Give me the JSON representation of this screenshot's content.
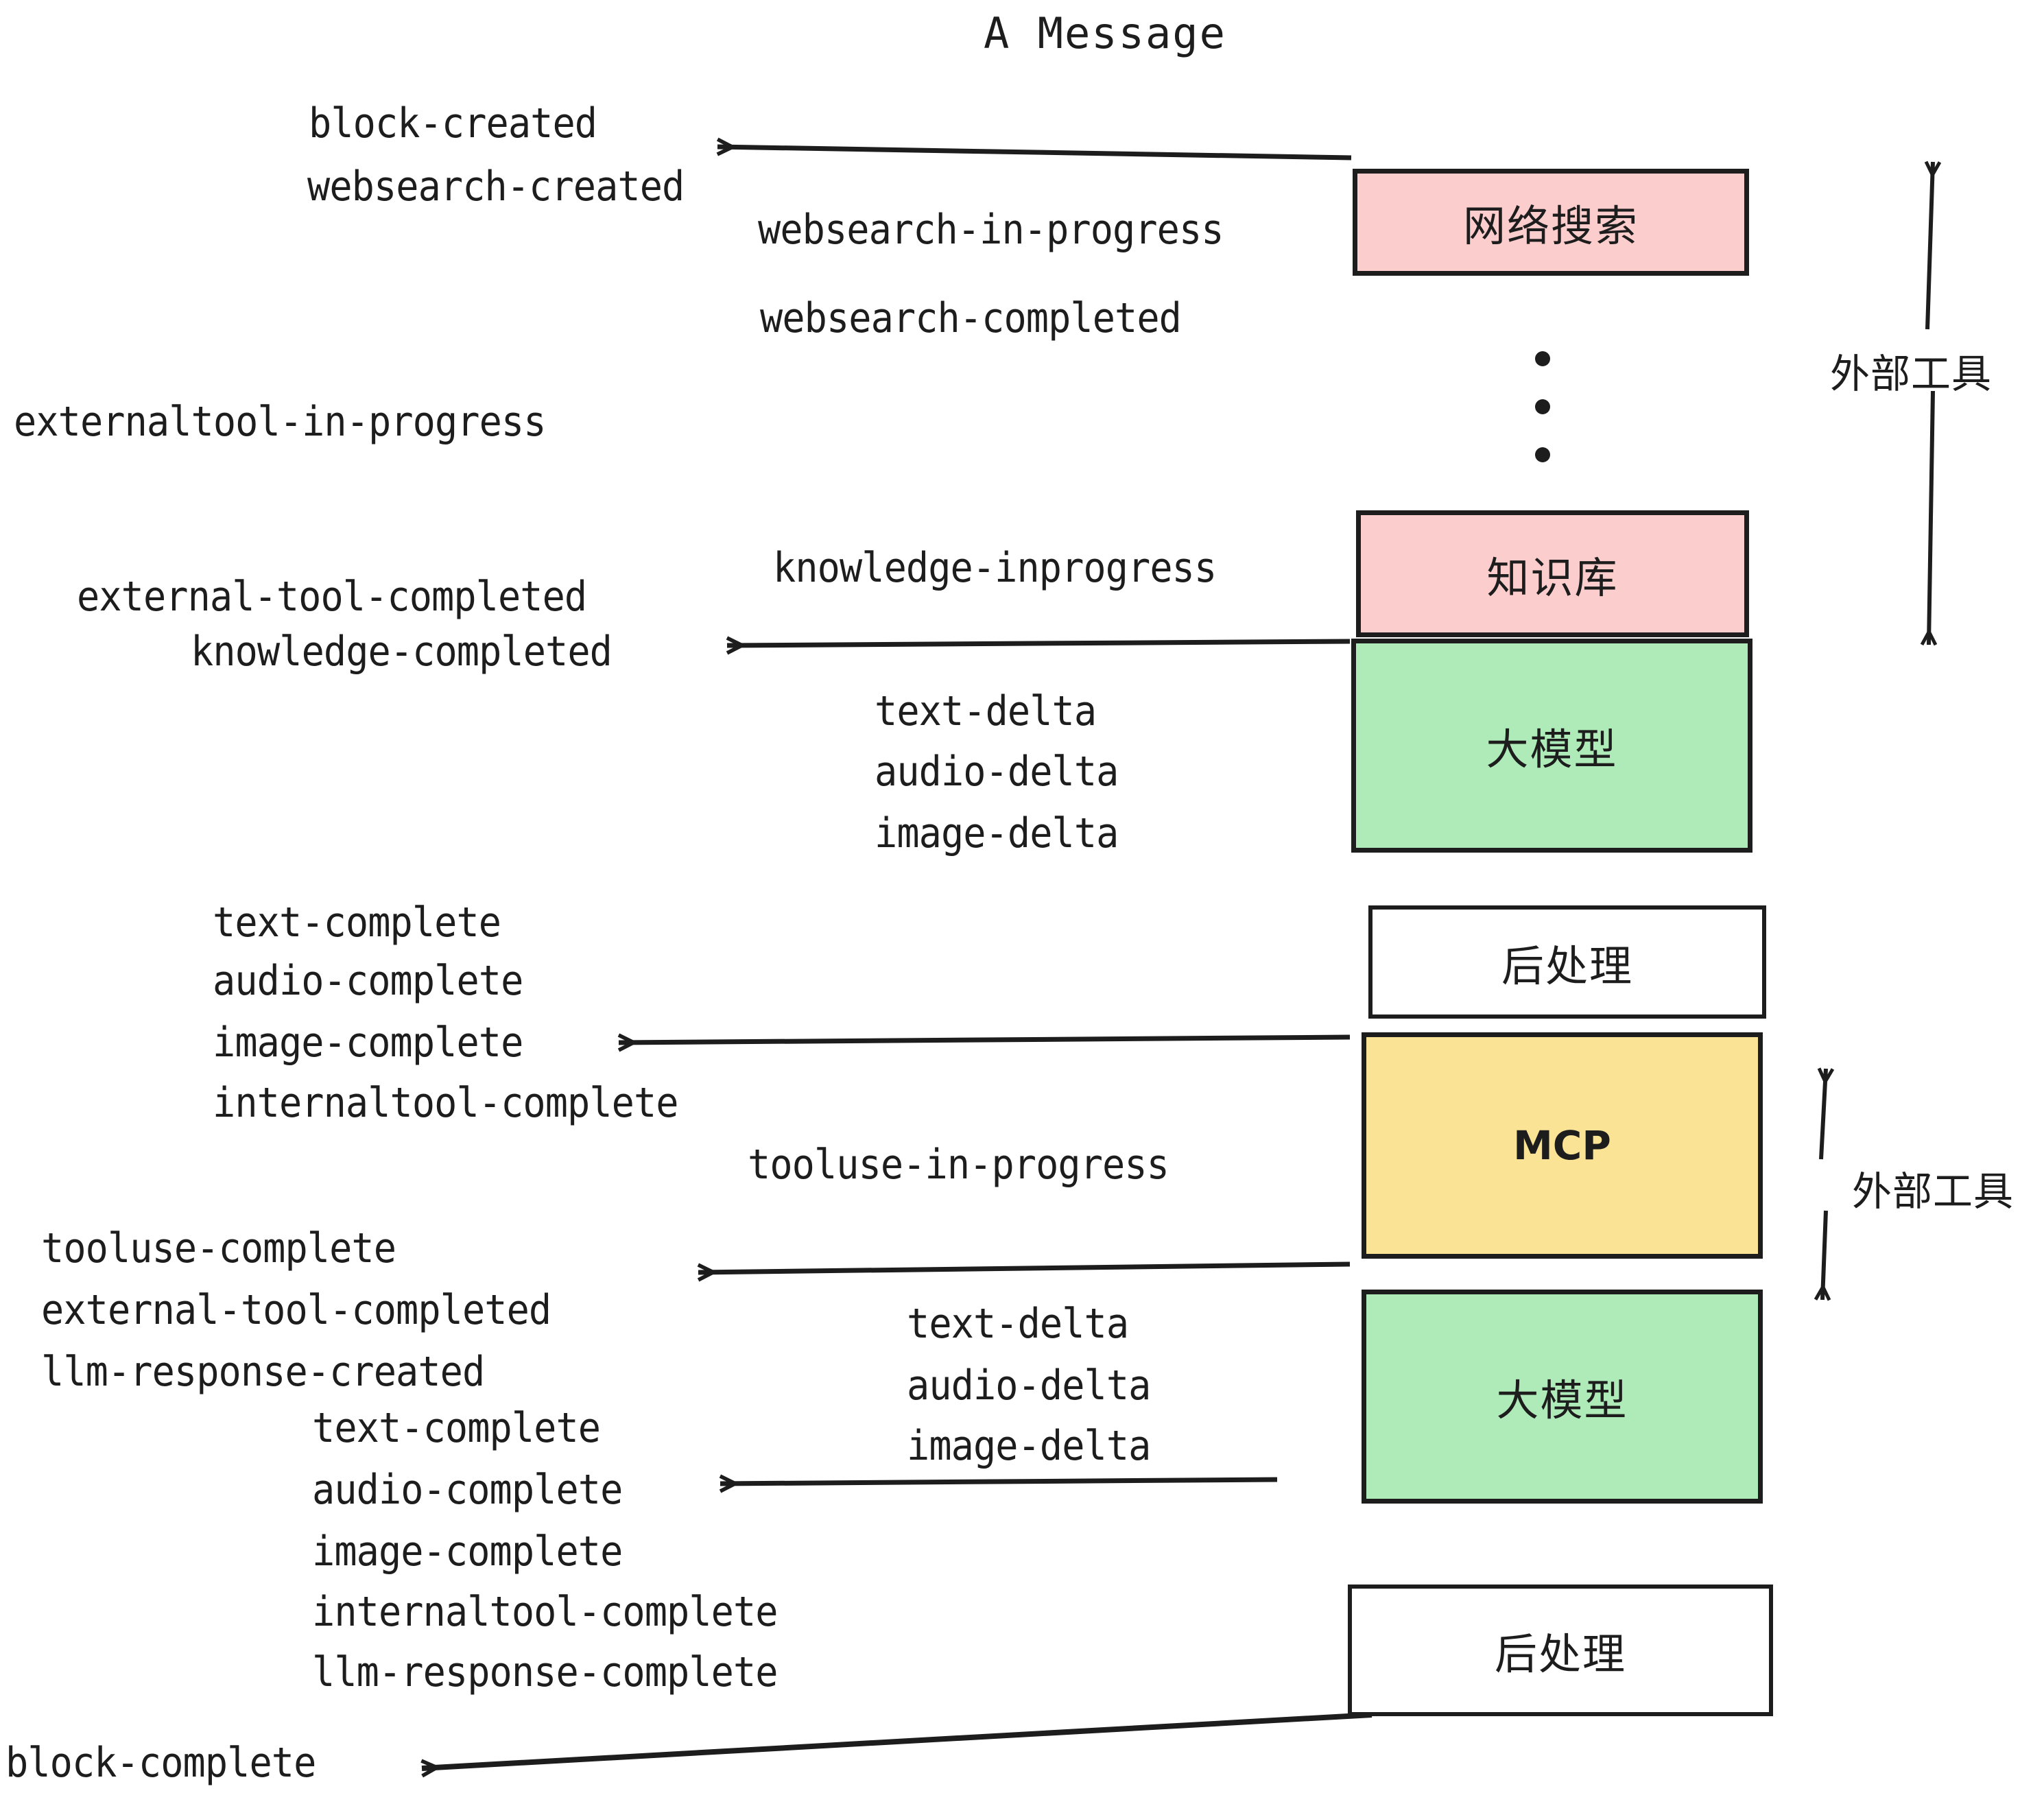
{
  "title": "A Message",
  "diagram": {
    "type": "flow-sequence",
    "nodes": [
      {
        "id": "websearch",
        "label": "网络搜索",
        "color": "#fbcdcd",
        "kind": "pink"
      },
      {
        "id": "knowledge",
        "label": "知识库",
        "color": "#fbcdcd",
        "kind": "pink"
      },
      {
        "id": "llm-1",
        "label": "大模型",
        "color": "#aeebb8",
        "kind": "green"
      },
      {
        "id": "postprocess-1",
        "label": "后处理",
        "color": "#ffffff",
        "kind": "white"
      },
      {
        "id": "mcp",
        "label": "MCP",
        "color": "#fae394",
        "kind": "yellow"
      },
      {
        "id": "llm-2",
        "label": "大模型",
        "color": "#aeebb8",
        "kind": "green"
      },
      {
        "id": "postprocess-2",
        "label": "后处理",
        "color": "#ffffff",
        "kind": "white"
      }
    ],
    "side_annotations": [
      {
        "id": "external-tools-top",
        "label": "外部工具"
      },
      {
        "id": "external-tools-bottom",
        "label": "外部工具"
      }
    ],
    "events": [
      {
        "id": "e01",
        "text": "block-created"
      },
      {
        "id": "e02",
        "text": "websearch-created"
      },
      {
        "id": "e03",
        "text": "websearch-in-progress"
      },
      {
        "id": "e04",
        "text": "websearch-completed"
      },
      {
        "id": "e05",
        "text": "externaltool-in-progress"
      },
      {
        "id": "e06",
        "text": "knowledge-inprogress"
      },
      {
        "id": "e07",
        "text": "external-tool-completed"
      },
      {
        "id": "e08",
        "text": "knowledge-completed"
      },
      {
        "id": "e09",
        "text": "text-delta"
      },
      {
        "id": "e10",
        "text": "audio-delta"
      },
      {
        "id": "e11",
        "text": "image-delta"
      },
      {
        "id": "e12",
        "text": "text-complete"
      },
      {
        "id": "e13",
        "text": "audio-complete"
      },
      {
        "id": "e14",
        "text": "image-complete"
      },
      {
        "id": "e15",
        "text": "internaltool-complete"
      },
      {
        "id": "e16",
        "text": "tooluse-in-progress"
      },
      {
        "id": "e17",
        "text": "tooluse-complete"
      },
      {
        "id": "e18",
        "text": "external-tool-completed"
      },
      {
        "id": "e19",
        "text": "llm-response-created"
      },
      {
        "id": "e20",
        "text": "text-delta"
      },
      {
        "id": "e21",
        "text": "audio-delta"
      },
      {
        "id": "e22",
        "text": "image-delta"
      },
      {
        "id": "e23",
        "text": "text-complete"
      },
      {
        "id": "e24",
        "text": "audio-complete"
      },
      {
        "id": "e25",
        "text": "image-complete"
      },
      {
        "id": "e26",
        "text": "internaltool-complete"
      },
      {
        "id": "e27",
        "text": "llm-response-complete"
      },
      {
        "id": "e28",
        "text": "block-complete"
      }
    ],
    "colors": {
      "stroke": "#1d1d1d",
      "pink": "#fbcdcd",
      "green": "#aeebb8",
      "yellow": "#fae394",
      "white": "#ffffff"
    }
  }
}
